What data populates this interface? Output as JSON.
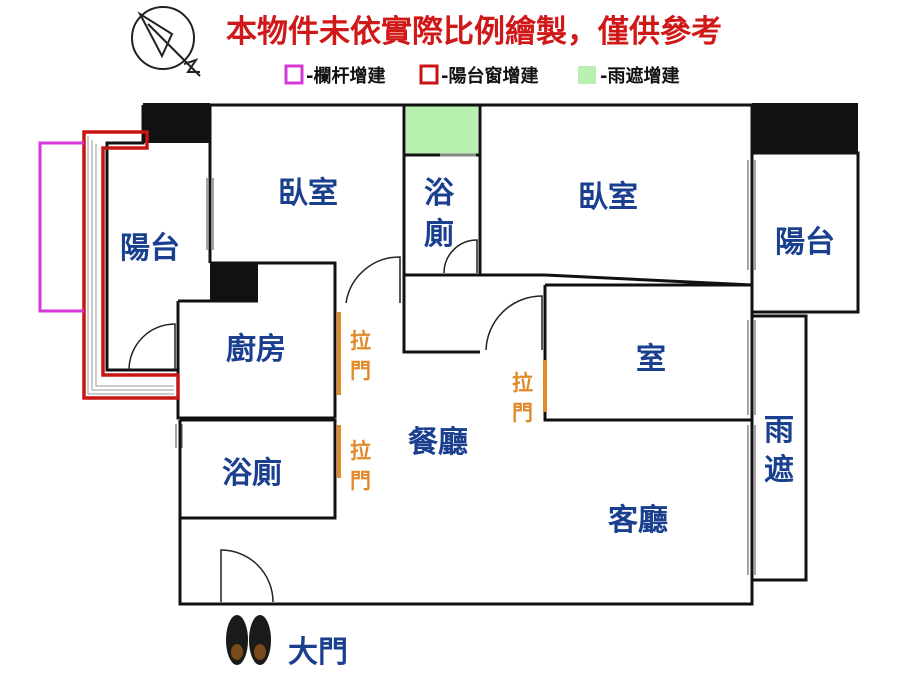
{
  "title": "本物件未依實際比例繪製，僅供參考",
  "legend": [
    {
      "label": "-欄杆增建",
      "color": "#d63ad6",
      "kind": "outline"
    },
    {
      "label": "-陽台窗增建",
      "color": "#c81414",
      "kind": "outline"
    },
    {
      "label": "-雨遮增建",
      "color": "#b8f0b0",
      "kind": "fill"
    }
  ],
  "rooms": {
    "bedroom_left": "臥室",
    "bath_top": "浴\n廁",
    "bedroom_right": "臥室",
    "balcony_left": "陽台",
    "balcony_right": "陽台",
    "kitchen": "廚房",
    "room_mid": "室",
    "bath_bottom": "浴廁",
    "dining": "餐廳",
    "living": "客廳",
    "canopy": "雨\n遮"
  },
  "sliding_door": "拉\n門",
  "entrance": "大門",
  "colors": {
    "wall": "#111111",
    "room_text": "#1a3f8f",
    "title_text": "#d01818",
    "door_text": "#e08a2a",
    "railing": "#d63ad6",
    "window": "#c81414",
    "canopy_fill": "#b8f0b0"
  },
  "icons": [
    "compass-icon",
    "shoes-icon"
  ]
}
